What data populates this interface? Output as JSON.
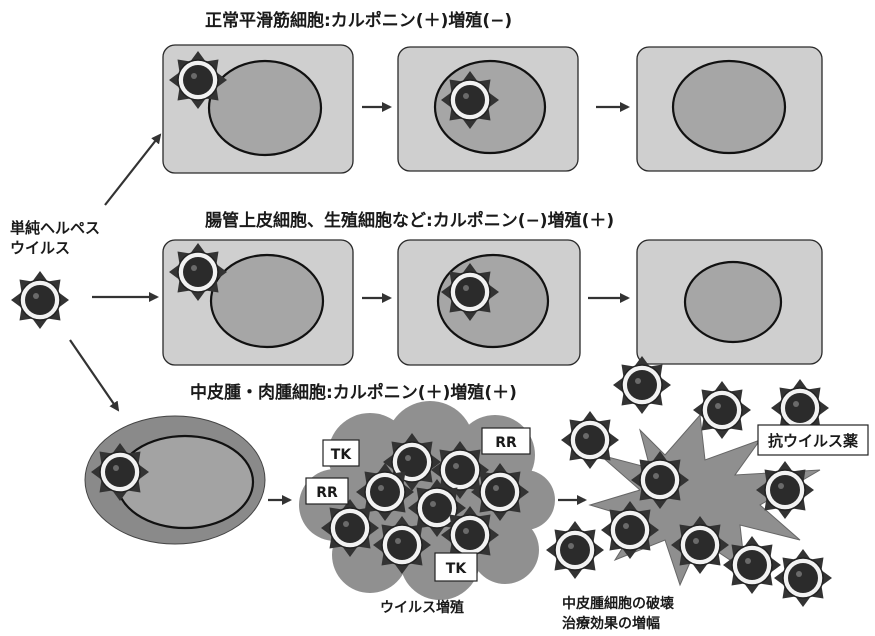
{
  "diagram": {
    "row1_title": "正常平滑筋細胞:カルポニン(＋)増殖(−)",
    "row2_title": "腸管上皮細胞、生殖細胞など:カルポニン(−)増殖(＋)",
    "row3_title": "中皮腫・肉腫細胞:カルポニン(＋)増殖(＋)",
    "virus_label_line1": "単純ヘルペス",
    "virus_label_line2": "ウイルス",
    "tk1": "TK",
    "rr1": "RR",
    "rr2": "RR",
    "tk2": "TK",
    "antiviral_label": "抗ウイルス薬",
    "proliferation_caption": "ウイルス増殖",
    "destruction_caption_line1": "中皮腫細胞の破壊",
    "destruction_caption_line2": "治療効果の増幅"
  },
  "colors": {
    "cell_fill": "#cfcfcf",
    "nucleus_fill": "#a6a6a6",
    "virus_core": "#2b2b2b",
    "burst_fill": "#8f8f8f",
    "cluster_fill": "#909090"
  }
}
